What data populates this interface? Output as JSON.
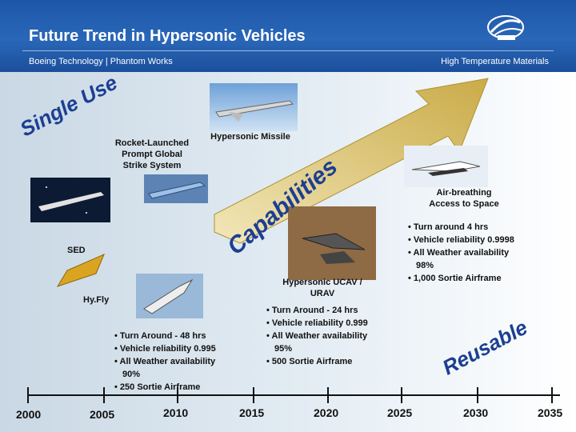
{
  "header": {
    "title": "Future Trend in Hypersonic Vehicles",
    "subtitle_left": "Boeing Technology | Phantom Works",
    "subtitle_right": "High Temperature Materials"
  },
  "colors": {
    "header_blue": "#1d56a8",
    "arrow": "#d9b84d",
    "accent_text": "#1c3f93"
  },
  "icons": {
    "logo": "boeing-logo-icon"
  },
  "arc_words": {
    "single_use": "Single Use",
    "capabilities": "Capabilities",
    "reusable": "Reusable"
  },
  "vehicles": {
    "rocket_launched": "Rocket-Launched Prompt Global Strike System",
    "hypersonic_missile": "Hypersonic Missile",
    "air_breathing": "Air-breathing Access to Space",
    "sed": "SED",
    "hyfly": "Hy.Fly",
    "ucav": "Hypersonic UCAV / URAV"
  },
  "specs": {
    "left": [
      "Turn Around - 48 hrs",
      "Vehicle reliability 0.995",
      "All Weather availability 90%",
      "250 Sortie Airframe"
    ],
    "middle": [
      "Turn Around - 24 hrs",
      "Vehicle reliability 0.999",
      "All Weather availability 95%",
      "500 Sortie Airframe"
    ],
    "right": [
      "Turn around 4 hrs",
      "Vehicle reliability 0.9998",
      "All Weather availability 98%",
      "1,000 Sortie Airframe"
    ]
  },
  "timeline": [
    "2000",
    "2005",
    "2010",
    "2015",
    "2020",
    "2025",
    "2030",
    "2035"
  ]
}
